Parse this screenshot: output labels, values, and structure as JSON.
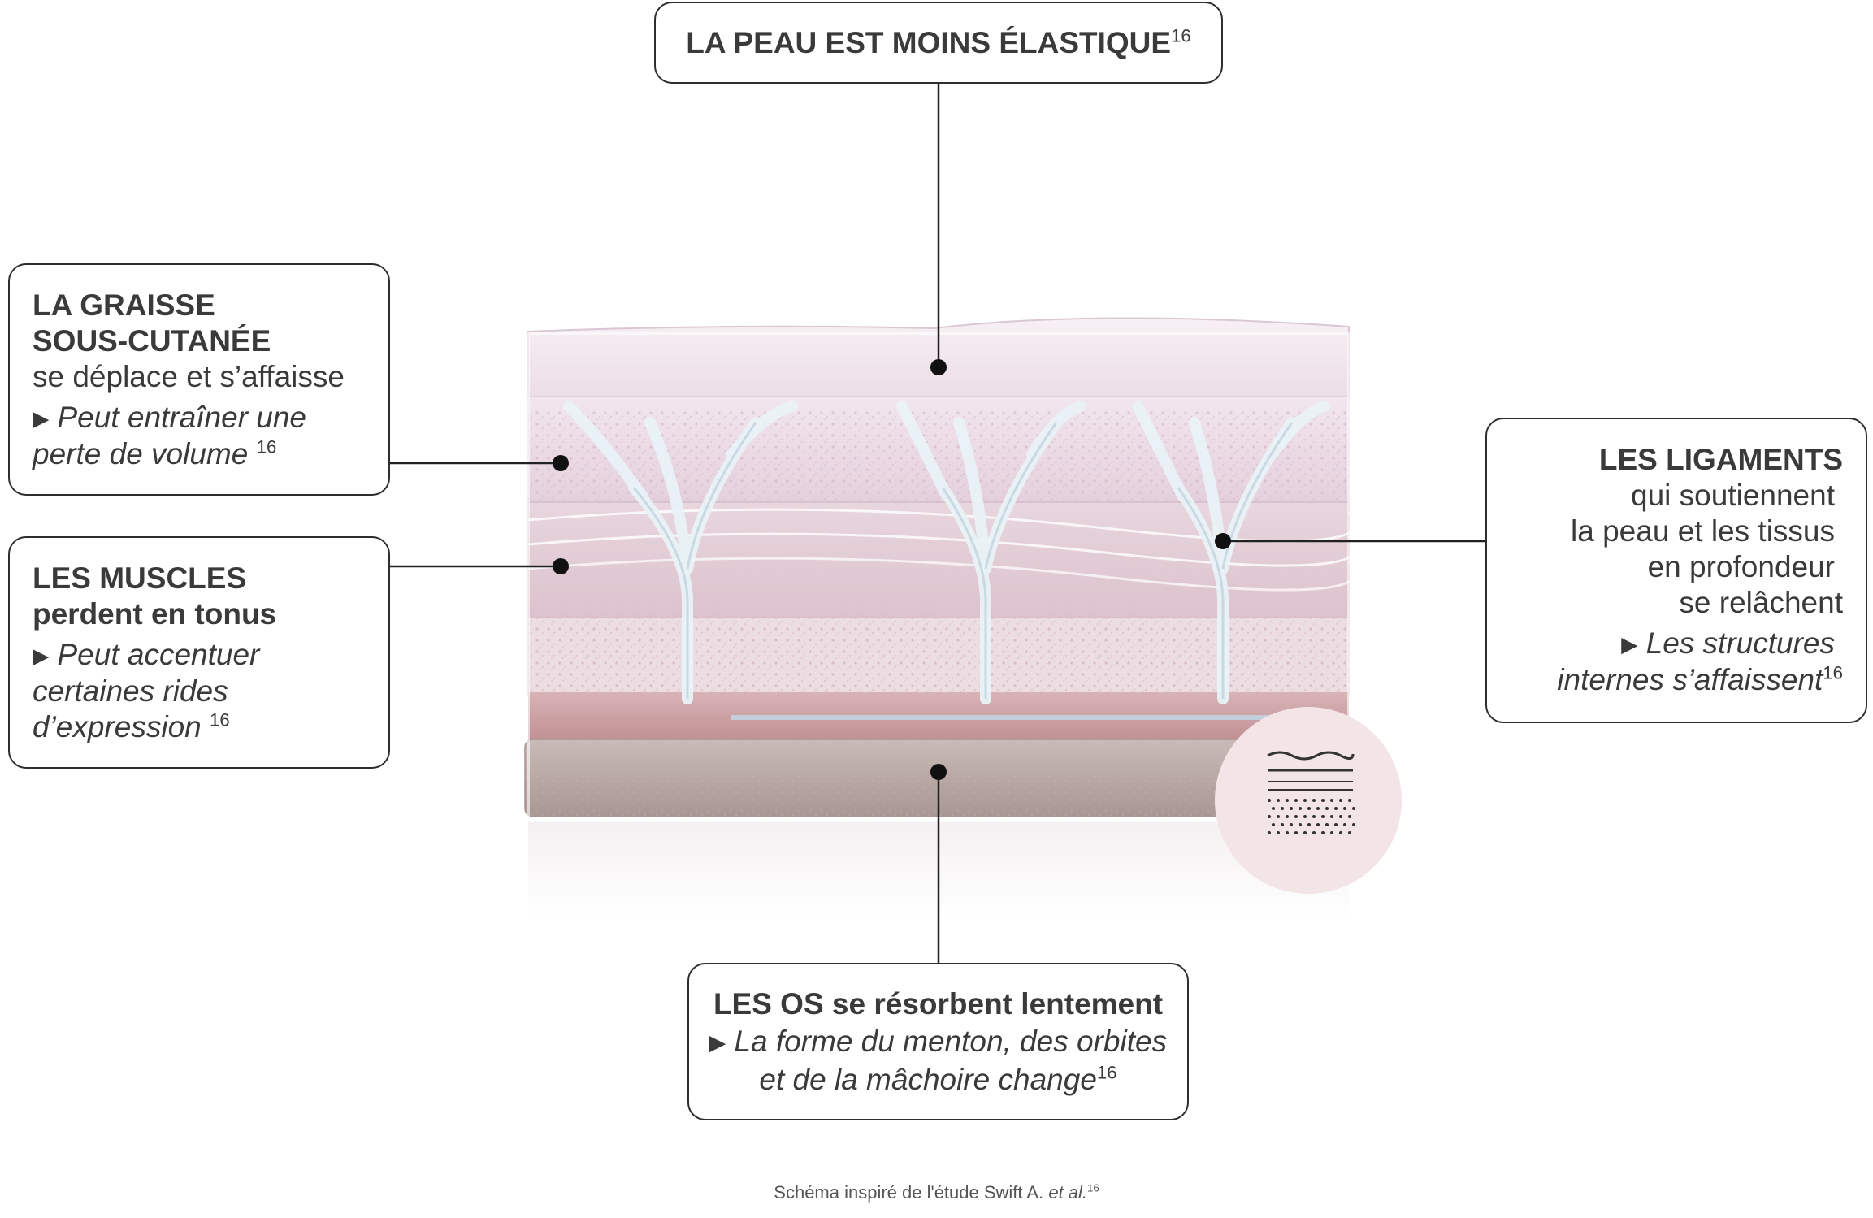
{
  "skin": {
    "title": "LA PEAU EST MOINS ÉLASTIQUE",
    "ref": "16"
  },
  "fat": {
    "title_1": "LA GRAISSE",
    "title_2": "SOUS-CUTANÉE",
    "desc": "se déplace et s’affaisse",
    "note_1": "Peut entraîner une",
    "note_2": "perte de volume",
    "ref": "16"
  },
  "muscles": {
    "title": "LES MUSCLES",
    "desc": "perdent en tonus",
    "note_1": "Peut accentuer",
    "note_2": "certaines rides",
    "note_3": "d’expression",
    "ref": "16"
  },
  "ligaments": {
    "title": "LES LIGAMENTS",
    "desc_1": "qui soutiennent",
    "desc_2": "la peau et les tissus",
    "desc_3": "en profondeur",
    "desc_4": "se relâchent",
    "note_1": "Les structures",
    "note_2": "internes s’affaissent",
    "ref": "16"
  },
  "bones": {
    "title": "LES OS",
    "desc": "se résorbent lentement",
    "note_1": "La forme du menton, des orbites",
    "note_2": "et de la mâchoire change",
    "ref": "16"
  },
  "caption": {
    "text": "Schéma inspiré de l'étude Swift A.",
    "etal": "et al.",
    "ref": "16"
  },
  "colors": {
    "skin_pink": "#efe3ea",
    "fat_pink": "#e6d2dc",
    "muscle_rose": "#c99aa2",
    "bone_taupe": "#b8a8a4",
    "badge_bg": "#f3e5e5"
  }
}
